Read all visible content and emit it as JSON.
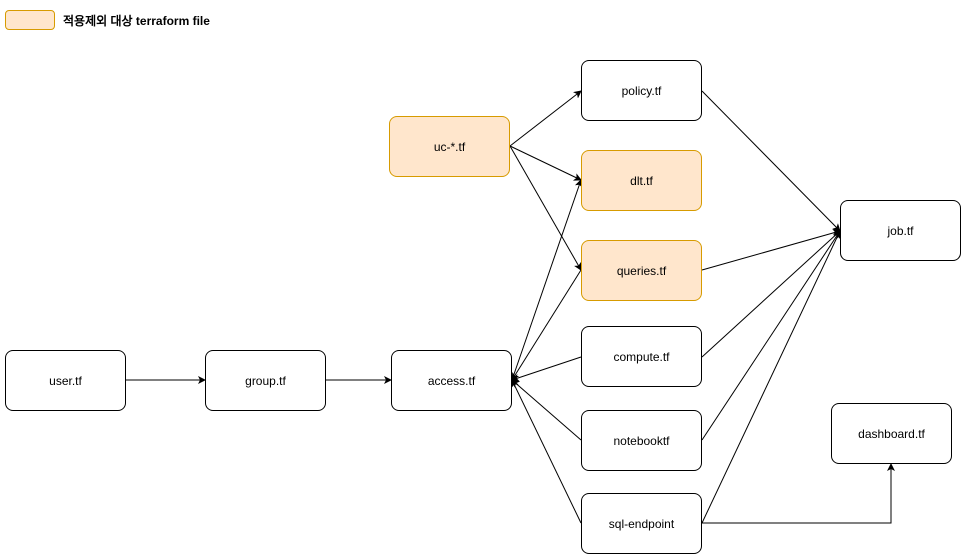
{
  "legend": {
    "label": "적용제외 대상 terraform file",
    "color": "#ffe6cc",
    "border": "#d79b00"
  },
  "nodes": {
    "user": "user.tf",
    "group": "group.tf",
    "access": "access.tf",
    "uc": "uc-*.tf",
    "policy": "policy.tf",
    "dlt": "dlt.tf",
    "queries": "queries.tf",
    "compute": "compute.tf",
    "notebook": "notebooktf",
    "sql": "sql-endpoint",
    "job": "job.tf",
    "dashboard": "dashboard.tf"
  },
  "excluded": [
    "uc",
    "dlt",
    "queries"
  ],
  "edges": [
    [
      "user",
      "group"
    ],
    [
      "group",
      "access"
    ],
    [
      "uc",
      "policy"
    ],
    [
      "uc",
      "dlt"
    ],
    [
      "uc",
      "queries"
    ],
    [
      "access",
      "dlt"
    ],
    [
      "queries",
      "access"
    ],
    [
      "compute",
      "access"
    ],
    [
      "notebook",
      "access"
    ],
    [
      "sql",
      "access"
    ],
    [
      "policy",
      "job"
    ],
    [
      "queries",
      "job"
    ],
    [
      "compute",
      "job"
    ],
    [
      "notebook",
      "job"
    ],
    [
      "sql",
      "job"
    ],
    [
      "sql",
      "dashboard"
    ]
  ]
}
